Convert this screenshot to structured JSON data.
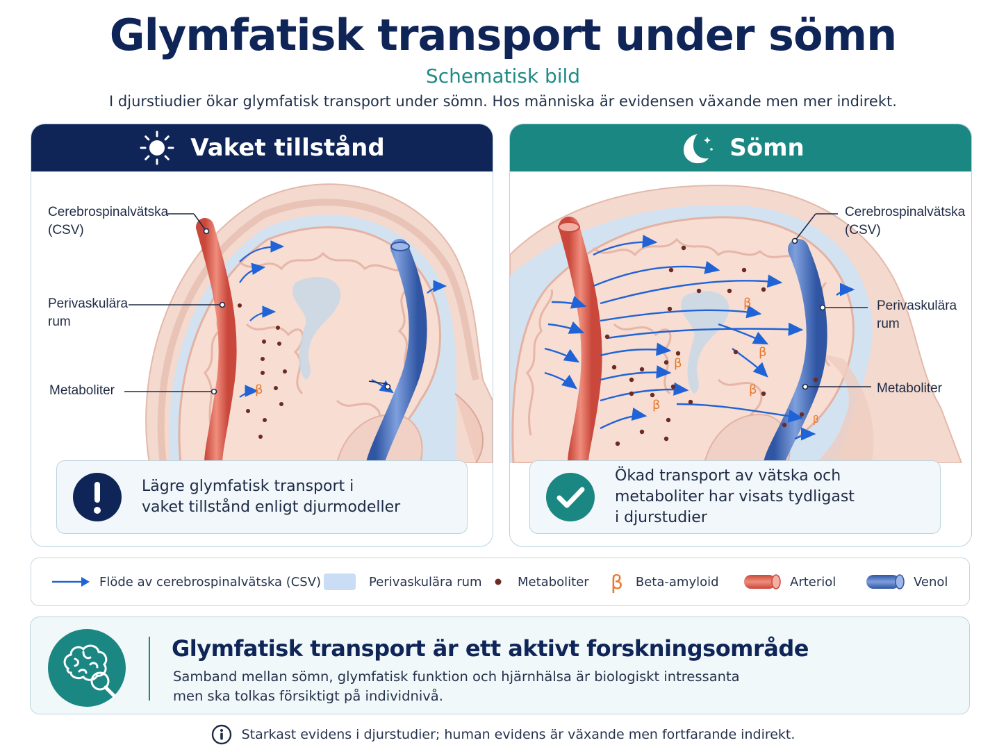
{
  "header": {
    "title": "Glymfatisk transport under sömn",
    "subtitle": "Schematisk bild",
    "intro": "I djurstiudier ökar glymfatisk transport under sömn. Hos människa är evidensen växande men mer indirekt."
  },
  "panels": {
    "awake": {
      "title": "Vaket tillstånd",
      "icon": "sun-icon",
      "labels": {
        "csf": [
          "Cerebrospinalvätska",
          "(CSV)"
        ],
        "perivascular": [
          "Perivaskulära",
          "rum"
        ],
        "metabolites": "Metaboliter"
      },
      "beta_symbol": "β",
      "callout_icon": "exclamation-icon",
      "callout_lines": [
        "Lägre glymfatisk transport i",
        "vaket tillstånd enligt djurmodeller"
      ]
    },
    "sleep": {
      "title": "Sömn",
      "icon": "moon-icon",
      "labels": {
        "csf": [
          "Cerebrospinalvätska",
          "(CSV)"
        ],
        "perivascular": [
          "Perivaskulära",
          "rum"
        ],
        "metabolites": "Metaboliter"
      },
      "beta_symbol": "β",
      "callout_icon": "checkmark-icon",
      "callout_lines": [
        "Ökad transport av vätska och",
        "metaboliter har visats tydligast",
        "i djurstudier"
      ]
    }
  },
  "legend": {
    "csf_flow": "Flöde av cerebrospinalvätska (CSV)",
    "perivascular": "Perivaskulära rum",
    "metabolites": "Metaboliter",
    "beta_symbol": "β",
    "beta_amyloid": "Beta-amyloid",
    "arteriole": "Arteriol",
    "venule": "Venol"
  },
  "research": {
    "icon": "brain-magnifier-icon",
    "title": "Glymfatisk transport är ett aktivt forskningsområde",
    "lines": [
      "Samband mellan sömn, glymfatisk funktion och hjärnhälsa är biologiskt intressanta",
      "men ska tolkas försiktigt på individnivå."
    ]
  },
  "footnote": {
    "icon": "info-icon",
    "text": "Starkast evidens i djurstudier; human evidens är växande men fortfarande indirekt."
  },
  "colors": {
    "navy": "#0f2557",
    "teal": "#1b8782",
    "arteriole": "#e0705f",
    "venule": "#4a74c0",
    "csf_arrow": "#1f63d6",
    "metabolite": "#6b2a22",
    "beta": "#e8782a"
  }
}
